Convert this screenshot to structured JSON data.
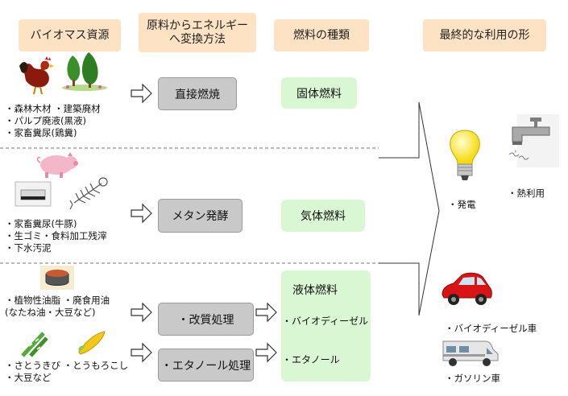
{
  "headers": {
    "resources": "バイオマス資源",
    "conversion_line1": "原料からエネルギー",
    "conversion_line2": "へ変換方法",
    "fuel_types": "燃料の種類",
    "final_use": "最終的な利用の形"
  },
  "rows": [
    {
      "resources": [
        "・森林木材 ・建築廃材",
        "・パルプ廃液(黒液)",
        "・家畜糞尿(鶏糞)"
      ],
      "icons": [
        "rooster-icon",
        "trees-icon"
      ]
    },
    {
      "resources": [
        "・家畜糞尿(牛豚)",
        "・生ゴミ・食料加工残滓",
        "・下水汚泥"
      ],
      "icons": [
        "pig-icon",
        "sink-icon",
        "fishbone-icon"
      ]
    },
    {
      "resources": [
        "・植物性油脂 ・廃食用油",
        "(なたね油・大豆など)",
        "・さとうきび ・とうもろこし",
        "・大豆など"
      ],
      "icons": [
        "oil-pot-icon",
        "sugarcane-icon",
        "corn-icon"
      ]
    }
  ],
  "processes": {
    "direct": "直接燃焼",
    "methane": "メタン発酵",
    "reforming": "・改質処理",
    "ethanol": "・エタノール処理"
  },
  "fuels": {
    "solid": "固体燃料",
    "gas": "気体燃料",
    "liquid": "液体燃料",
    "liquid_biodiesel": "・バイオディーゼル",
    "liquid_ethanol": "・エタノール"
  },
  "uses": {
    "power": "・発電",
    "heat": "・熱利用",
    "biodiesel_car": "・バイオディーゼル車",
    "gasoline_car": "・ガソリン車"
  },
  "colors": {
    "header_fill": "#fde2c4",
    "process_fill": "#c9c9c9",
    "fuel_fill": "#d9f7d2"
  }
}
